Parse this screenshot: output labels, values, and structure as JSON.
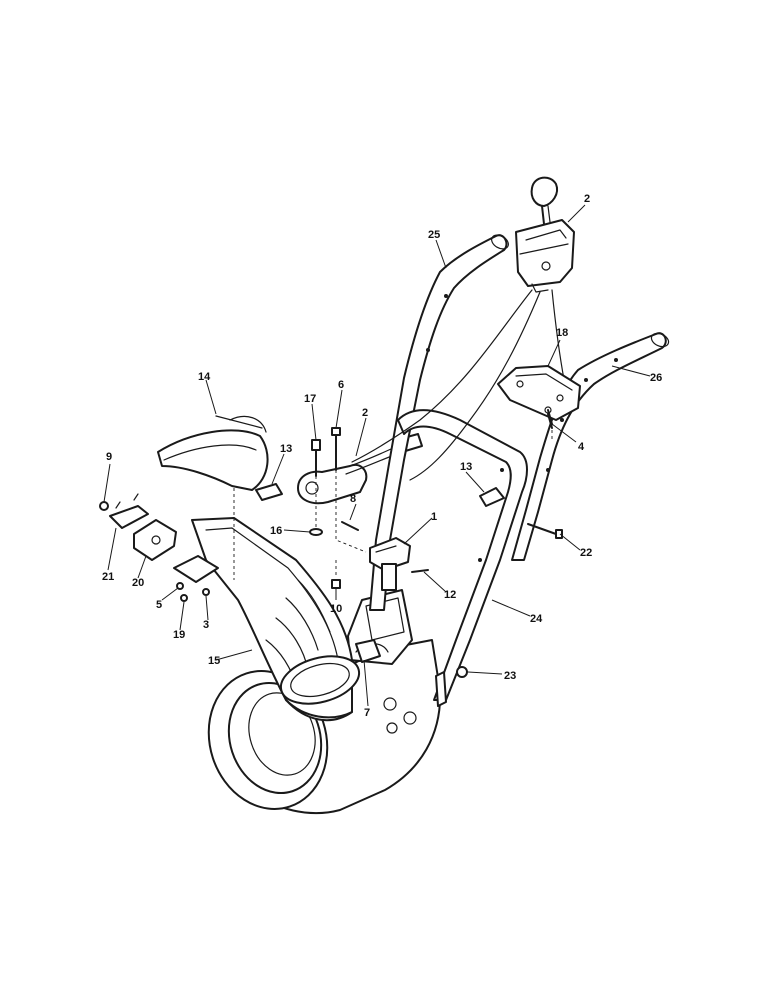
{
  "callouts": {
    "c2a": "2",
    "c25": "25",
    "c18": "18",
    "c26": "26",
    "c14": "14",
    "c17": "17",
    "c6": "6",
    "c2b": "2",
    "c4": "4",
    "c9": "9",
    "c13a": "13",
    "c13b": "13",
    "c8": "8",
    "c1": "1",
    "c16": "16",
    "c21": "21",
    "c20": "20",
    "c22": "22",
    "c12": "12",
    "c5": "5",
    "c10": "10",
    "c19": "19",
    "c3": "3",
    "c24": "24",
    "c15": "15",
    "c23": "23",
    "c7": "7"
  }
}
